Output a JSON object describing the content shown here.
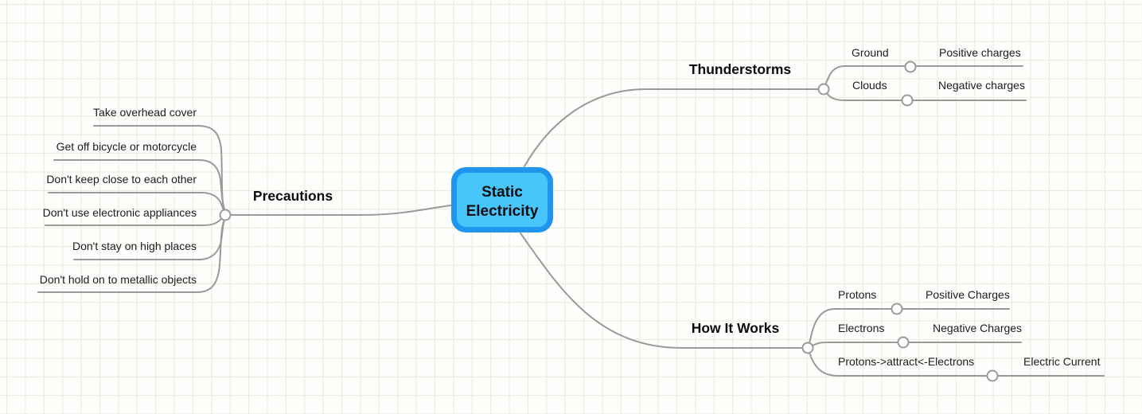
{
  "mindmap": {
    "root": {
      "label": "Static Electricity",
      "line1": "Static",
      "line2": "Electricity",
      "fill": "#47c6fb",
      "border": "#1f95f0"
    },
    "branches": [
      {
        "label": "Thunderstorms",
        "children": [
          {
            "label": "Ground",
            "children": [
              {
                "label": "Positive charges"
              }
            ]
          },
          {
            "label": "Clouds",
            "children": [
              {
                "label": "Negative charges"
              }
            ]
          }
        ]
      },
      {
        "label": "Precautions",
        "children": [
          {
            "label": "Take overhead cover"
          },
          {
            "label": "Get off bicycle or motorcycle"
          },
          {
            "label": "Don't keep close to each other"
          },
          {
            "label": "Don't use electronic appliances"
          },
          {
            "label": "Don't stay on high places"
          },
          {
            "label": "Don't hold on to metallic objects"
          }
        ]
      },
      {
        "label": "How It Works",
        "children": [
          {
            "label": "Protons",
            "children": [
              {
                "label": "Positive Charges"
              }
            ]
          },
          {
            "label": "Electrons",
            "children": [
              {
                "label": "Negative Charges"
              }
            ]
          },
          {
            "label": "Protons->attract<-Electrons",
            "children": [
              {
                "label": "Electric Current"
              }
            ]
          }
        ]
      }
    ],
    "colors": {
      "branch_line": "#9a9a9a",
      "grid_line": "#e6ecdc",
      "background": "#fefefc",
      "text": "#1c1c1e"
    }
  }
}
